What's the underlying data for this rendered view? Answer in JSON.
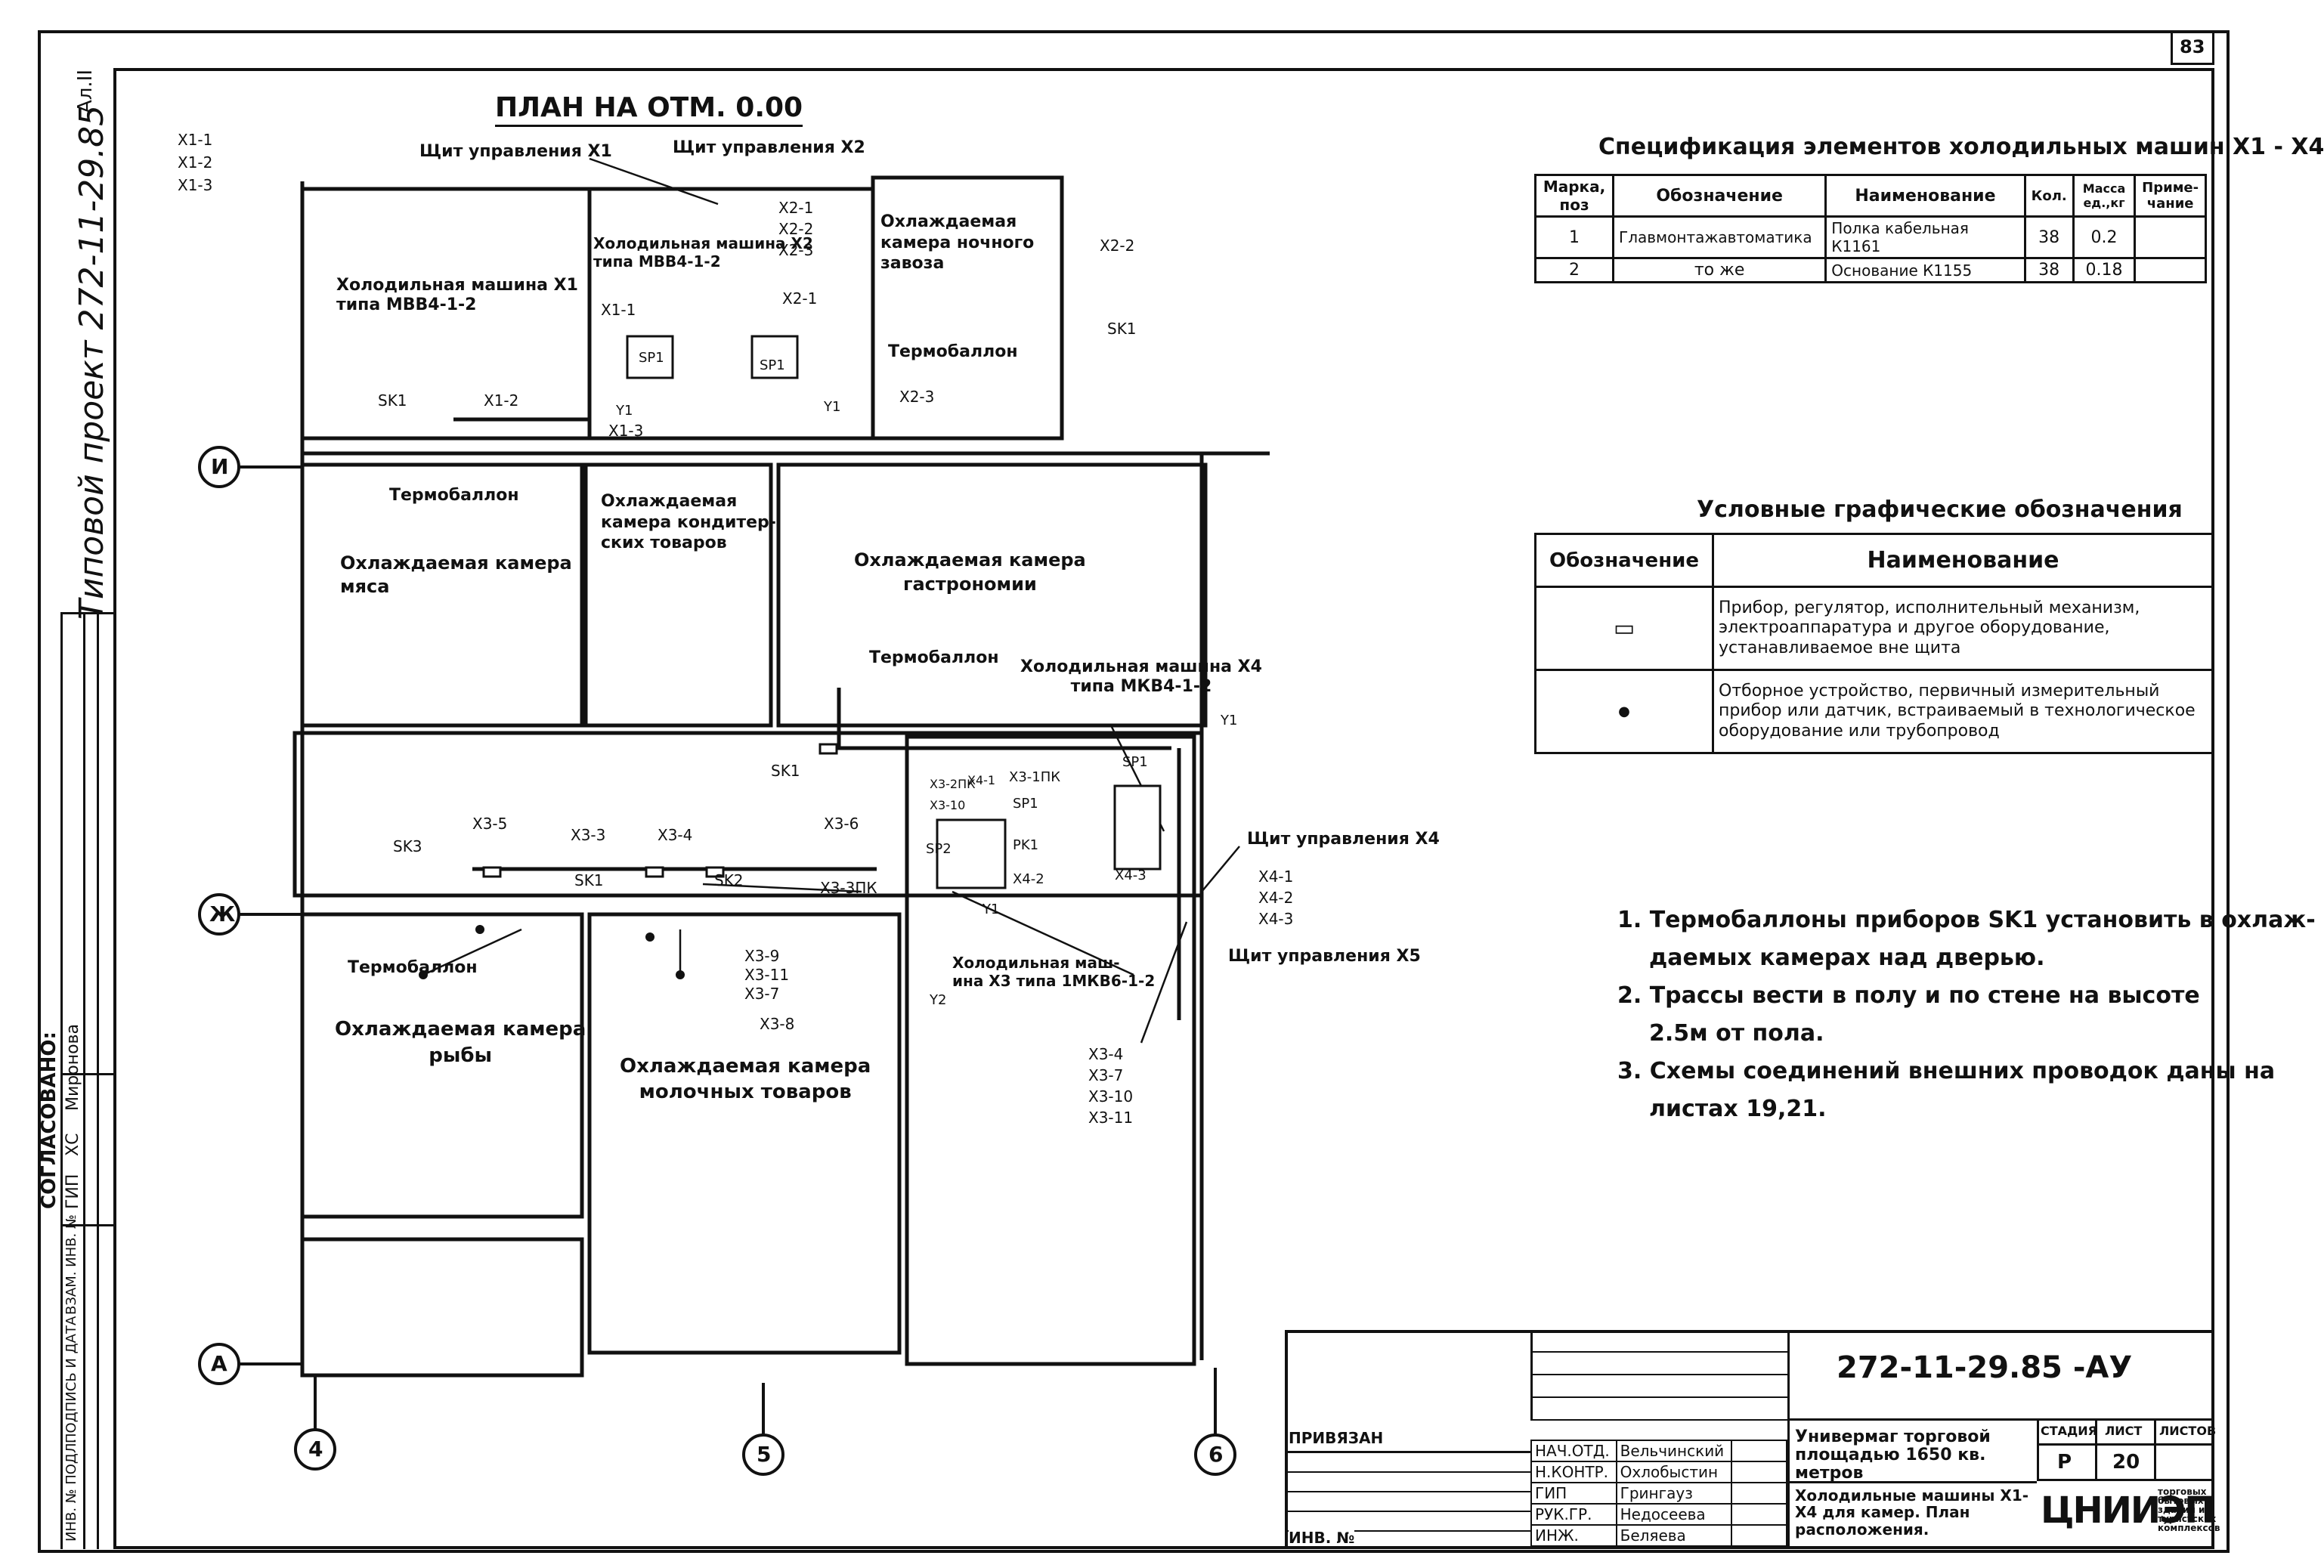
{
  "sheet_corner_number": "83",
  "side_stamp_top": "Ал.II",
  "side_handwritten": "Типовой проект 272-11-29.85",
  "side_strip": {
    "agreed": "СОГЛАСОВАНО:",
    "role1": "ГИП",
    "role2": "ХС",
    "person": "Миронова",
    "labels": [
      "ИНВ. № ПОДЛ.",
      "ПОДПИСЬ И ДАТА",
      "ВЗАМ. ИНВ. №"
    ]
  },
  "plan": {
    "title": "ПЛАН НА ОТМ. 0.00",
    "axes": [
      "И",
      "Ж",
      "А",
      "4",
      "5",
      "6"
    ],
    "panels": [
      "Щит управления Х1",
      "Щит управления Х2",
      "Щит управления Х4",
      "Щит управления Х5"
    ],
    "rooms": [
      "Холодильная машина Х1\nтипа МВВ4-1-2",
      "Холодильная машина Х2\nтипа МВВ4-1-2",
      "Охлаждаемая\nкамера ночного\nзавоза",
      "Охлаждаемая камера\nмяса",
      "Охлаждаемая\nкамера кондитер-\nских товаров",
      "Охлаждаемая камера\nгастрономии",
      "Охлаждаемая камера\nрыбы",
      "Охлаждаемая камера\nмолочных товаров"
    ],
    "machines": [
      "Холодильная машина Х4\nтипа МКВ4-1-2",
      "Холодильная маш-\nина Х3 типа 1МКВ6-1-2"
    ],
    "thermo": "Термобаллон",
    "tags": {
      "x1_group": [
        "Х1-1",
        "Х1-2",
        "Х1-3"
      ],
      "x2_group": [
        "Х2-1",
        "Х2-2",
        "Х2-3"
      ],
      "x4_group": [
        "Х4-1",
        "Х4-2",
        "Х4-3"
      ],
      "x3_group": [
        "Х3-4",
        "Х3-7",
        "Х3-10",
        "Х3-11"
      ],
      "misc": [
        "SK1",
        "SK2",
        "SK3",
        "SP1",
        "SP2",
        "PK1",
        "Y1",
        "Y2",
        "Х1-1",
        "Х1-2",
        "Х1-3",
        "Х2-1",
        "Х2-2",
        "Х2-3",
        "Х3-1",
        "Х3-2",
        "Х3-3",
        "Х3-4",
        "Х3-5",
        "Х3-6",
        "Х3-7",
        "Х3-8",
        "Х3-9",
        "Х3-10",
        "Х3-1ПК",
        "Х3-2ПК",
        "Х3-3ПК",
        "Х3-11",
        "Х4-1",
        "Х4-2",
        "Х4-3"
      ]
    }
  },
  "spec": {
    "title": "Спецификация элементов холодильных машин Х1 - Х4",
    "headers": [
      "Марка, поз",
      "Обозначение",
      "Наименование",
      "Кол.",
      "Масса ед.,кг",
      "Приме- чание"
    ],
    "rows": [
      [
        "1",
        "Главмонтажавтоматика",
        "Полка кабельная К1161",
        "38",
        "0.2",
        ""
      ],
      [
        "2",
        "то же",
        "Основание К1155",
        "38",
        "0.18",
        ""
      ]
    ]
  },
  "legend": {
    "title": "Условные графические обозначения",
    "headers": [
      "Обозначение",
      "Наименование"
    ],
    "rows": [
      {
        "symbol": "▭",
        "text": "Прибор, регулятор, исполнительный механизм, электроаппаратура и другое оборудование, устанавливаемое вне щита"
      },
      {
        "symbol": "●",
        "text": "Отборное устройство, первичный измерительный прибор или датчик, встраиваемый в технологическое оборудование или трубопровод"
      }
    ]
  },
  "notes": [
    "1. Термобаллоны приборов SK1 установить в охлаж-",
    "даемых камерах над дверью.",
    "2. Трассы вести в полу и по стене на высоте",
    "2.5м от пола.",
    "3. Схемы соединений внешних проводок даны на",
    "листах 19,21."
  ],
  "titleblock": {
    "code": "272-11-29.85 -АУ",
    "privyazan": "ПРИВЯЗАН",
    "inv": "ИНВ. №",
    "staff": [
      {
        "role": "НАЧ.ОТД.",
        "name": "Вельчинский"
      },
      {
        "role": "Н.КОНТР.",
        "name": "Охлобыстин"
      },
      {
        "role": "ГИП",
        "name": "Грингауз"
      },
      {
        "role": "РУК.ГР.",
        "name": "Недосеева"
      },
      {
        "role": "ИНЖ.",
        "name": "Беляева"
      }
    ],
    "object": "Универмаг торговой площадью 1650 кв. метров",
    "sheet_title": "Холодильные машины Х1-Х4 для камер. План расположения.",
    "stage_label": "СТАДИЯ",
    "sheet_label": "ЛИСТ",
    "sheets_label": "ЛИСТОВ",
    "stage": "Р",
    "sheet": "20",
    "sheets": "",
    "org": "ЦНИИЭП",
    "org_sub": "торговых бытовых зданий и туристских комплексов"
  }
}
